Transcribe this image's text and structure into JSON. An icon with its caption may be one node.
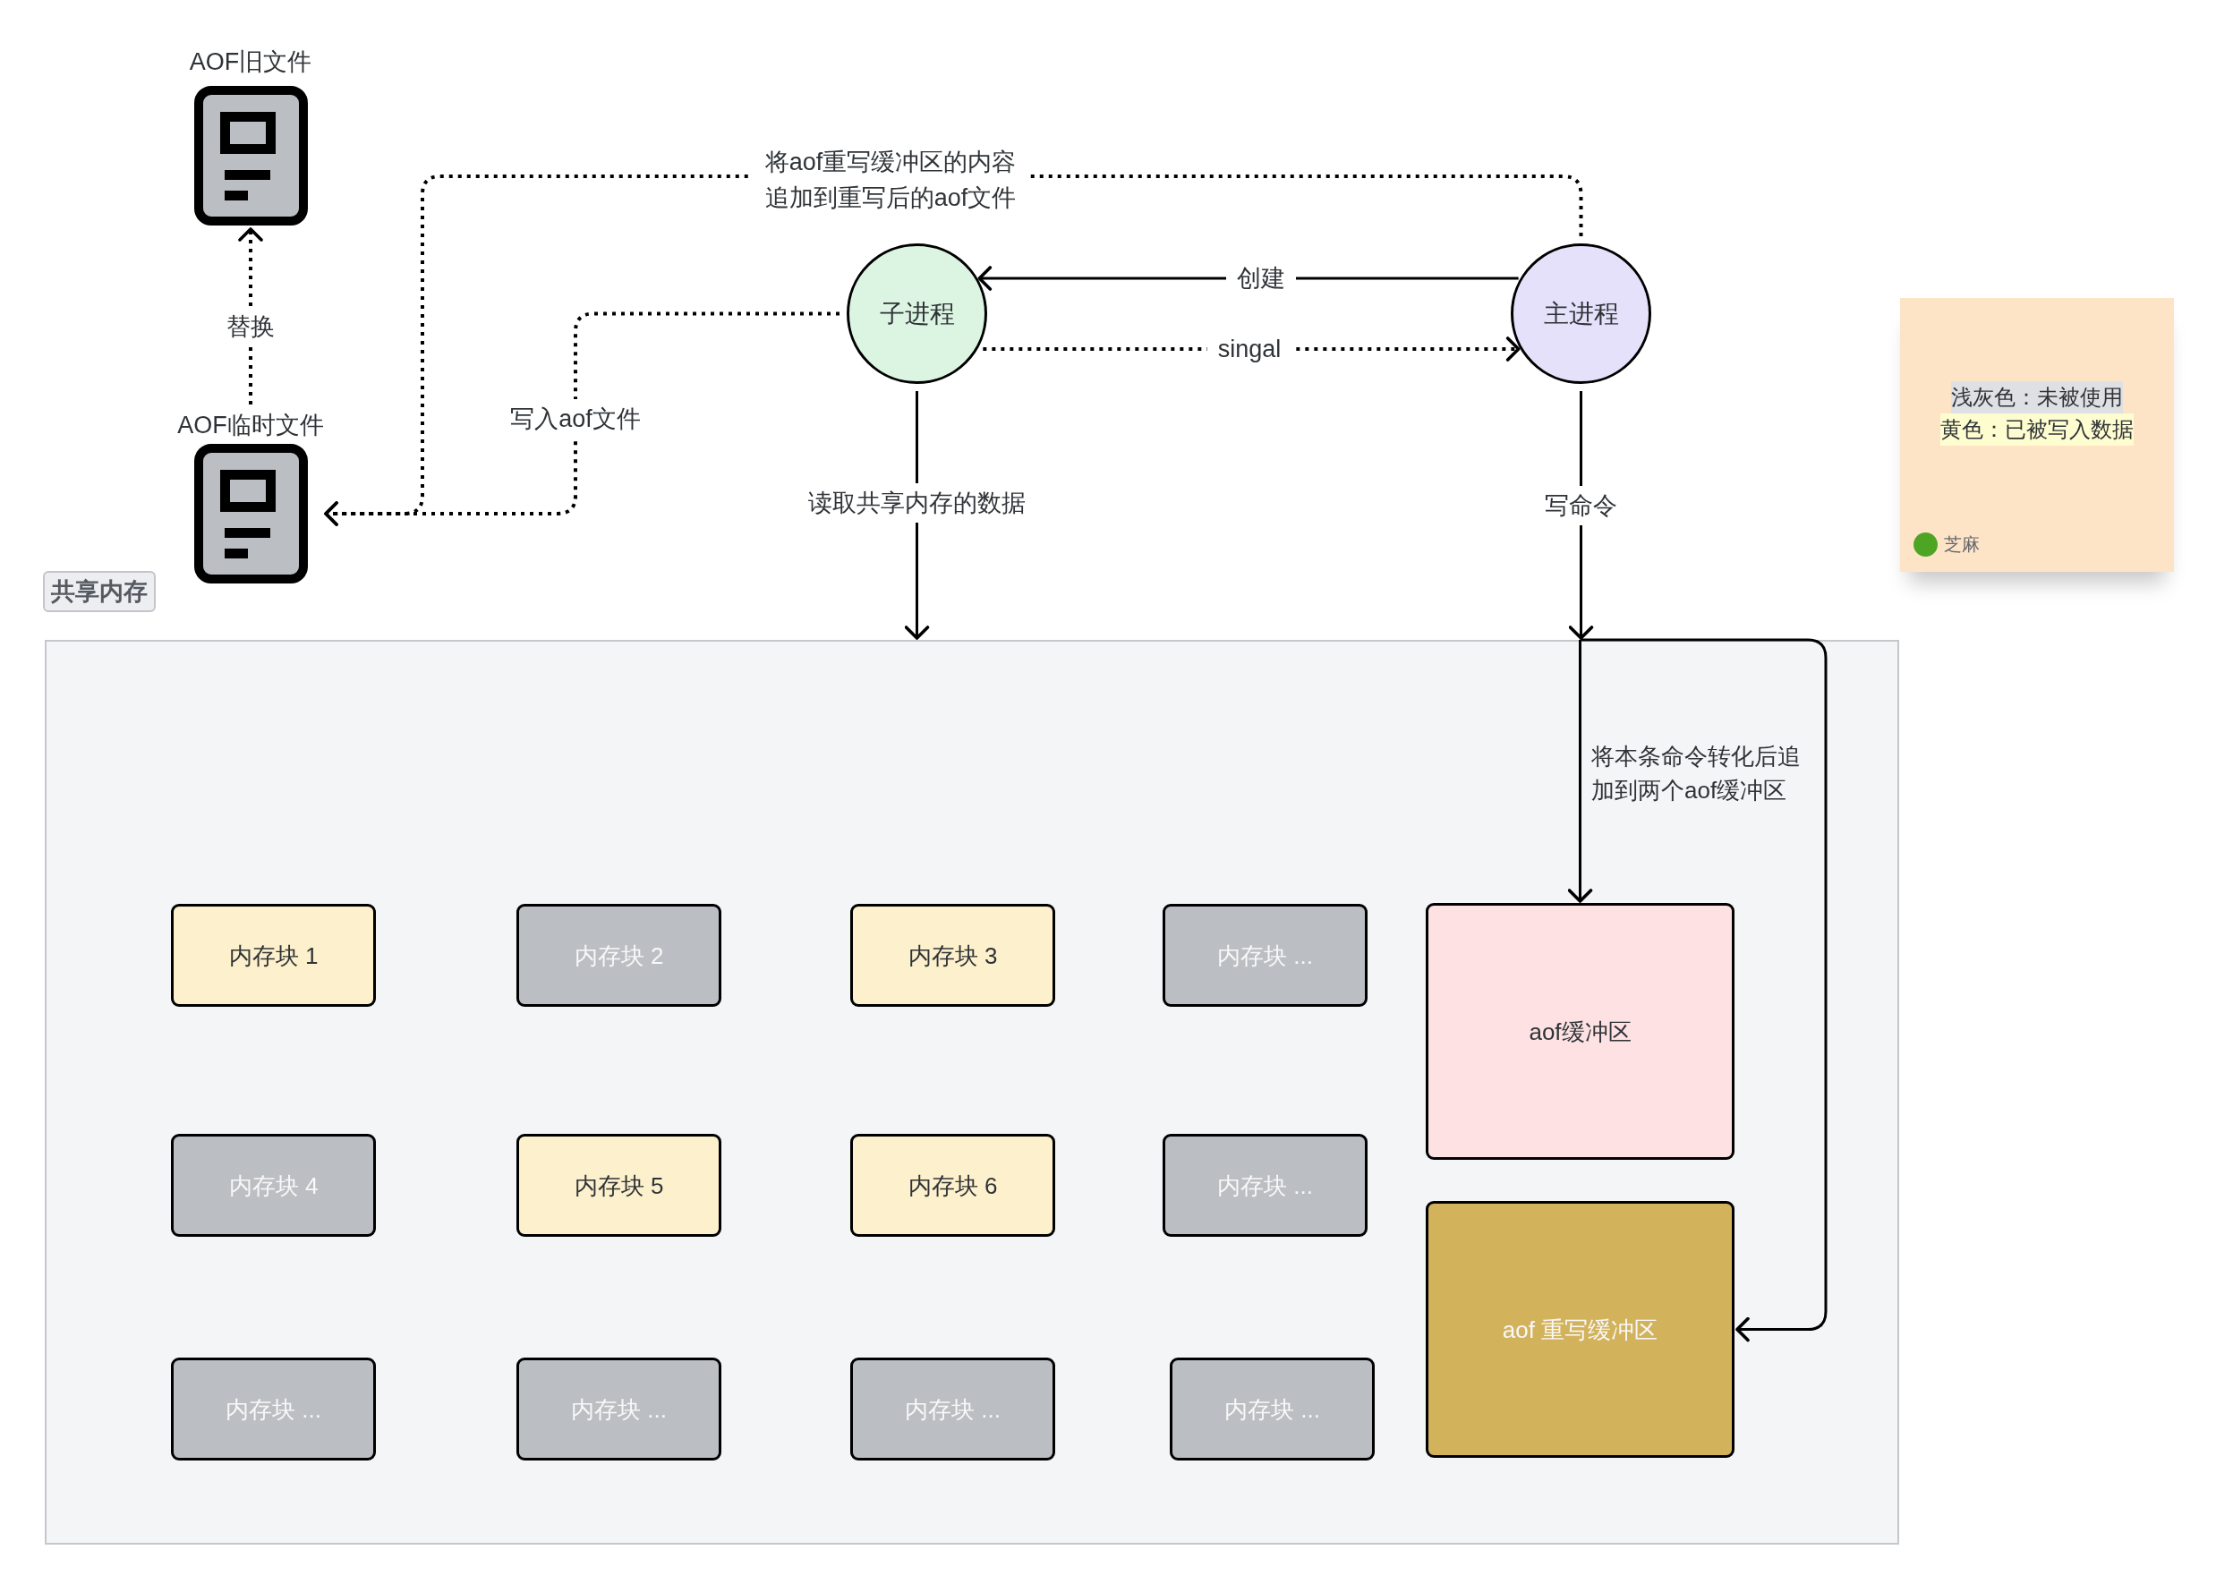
{
  "diagram": {
    "nodes": [
      {
        "text": [
          "AOF旧文件"
        ]
      },
      {
        "text": [
          "AOF临时文件"
        ]
      },
      {
        "text": [
          "子进程"
        ]
      },
      {
        "text": [
          "主进程"
        ]
      },
      {
        "text": [
          "共享内存"
        ]
      },
      {
        "text": [
          "内存块 1"
        ],
        "in": 4
      },
      {
        "text": [
          "内存块 2"
        ],
        "in": 4
      },
      {
        "text": [
          "内存块 3"
        ],
        "in": 4
      },
      {
        "text": [
          "内存块 ..."
        ],
        "in": 4
      },
      {
        "text": [
          "内存块 4"
        ],
        "in": 4
      },
      {
        "text": [
          "内存块 5"
        ],
        "in": 4
      },
      {
        "text": [
          "内存块 6"
        ],
        "in": 4
      },
      {
        "text": [
          "内存块 ..."
        ],
        "in": 4
      },
      {
        "text": [
          "内存块 ..."
        ],
        "in": 4
      },
      {
        "text": [
          "内存块 ..."
        ],
        "in": 4
      },
      {
        "text": [
          "内存块 ..."
        ],
        "in": 4
      },
      {
        "text": [
          "内存块 ..."
        ],
        "in": 4
      },
      {
        "text": [
          "aof缓冲区"
        ],
        "in": 4
      },
      {
        "text": [
          "aof 重写缓冲区"
        ],
        "in": 4
      }
    ],
    "edges": [
      {
        "from": 1,
        "to": 0,
        "arrow": "to",
        "label": "替换",
        "style": "dashed"
      },
      {
        "from": 3,
        "to": 2,
        "arrow": "to",
        "label": "创建"
      },
      {
        "from": 2,
        "to": 3,
        "arrow": "to",
        "label": "singal",
        "style": "dashed"
      },
      {
        "from": 3,
        "to": 1,
        "arrow": "to",
        "label": "将aof重写缓冲区的内容追加到重写后的aof文件",
        "style": "dashed"
      },
      {
        "from": 2,
        "to": 1,
        "arrow": "to",
        "label": "写入aof文件",
        "style": "dashed"
      },
      {
        "from": 2,
        "to": 4,
        "arrow": "to",
        "label": "读取共享内存的数据"
      },
      {
        "from": 3,
        "to": 4,
        "arrow": "to",
        "label": "写命令"
      },
      {
        "from": 4,
        "to": 17,
        "arrow": "to",
        "label": "将本条命令转化后追加到两个aof缓冲区"
      },
      {
        "from": 4,
        "to": 18,
        "arrow": "to"
      }
    ],
    "labels": [
      "芝麻"
    ],
    "legend": [
      {
        "text": "浅灰色：未被使用",
        "color": "#dfe0e4"
      },
      {
        "text": "黄色：已被写入数据",
        "color": "#fefdd0"
      }
    ]
  }
}
